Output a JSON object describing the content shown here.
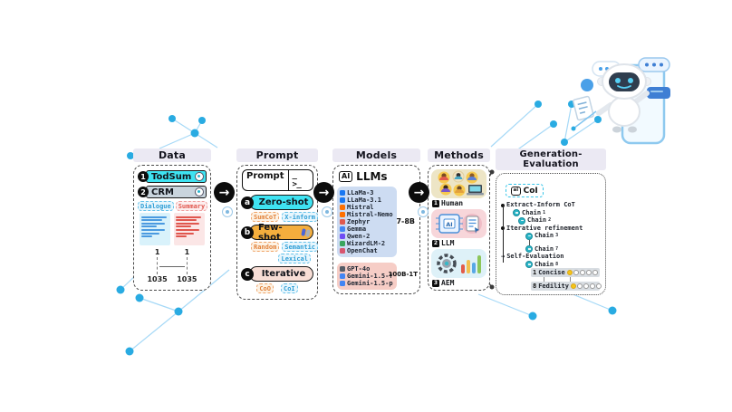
{
  "pipeline": {
    "arrow_glyph": "→"
  },
  "panels": {
    "data": {
      "title": "Data",
      "datasets": [
        {
          "index": "1",
          "name": "TodSum"
        },
        {
          "index": "2",
          "name": "CRM"
        }
      ],
      "fields": [
        "Dialogue",
        "Summary"
      ],
      "mapping": {
        "top_left": "1",
        "top_right": "1",
        "bottom_left": "1035",
        "bottom_right": "1035"
      }
    },
    "prompt": {
      "title": "Prompt",
      "header_label": "Prompt",
      "terminal_glyph": "_ >_",
      "strategies": [
        {
          "key": "a",
          "name": "Zero-shot",
          "tags": [
            "SumCoT",
            "X-inform"
          ]
        },
        {
          "key": "b",
          "name": "Few-shot",
          "tags": [
            "Random",
            "Semantic",
            "Lexical"
          ]
        },
        {
          "key": "c",
          "name": "Iterative",
          "tags": [
            "CoO",
            "CoI"
          ]
        }
      ]
    },
    "models": {
      "title": "Models",
      "chip_label": "AI",
      "header": "LLMs",
      "small_models": [
        "LLaMa-3",
        "LLaMa-3.1",
        "Mistral",
        "Mistral-Nemo",
        "Zephyr",
        "Gemma",
        "Qwen-2",
        "WizardLM-2",
        "OpenChat"
      ],
      "small_size": "7-8B",
      "large_models": [
        "GPT-4o",
        "Gemini-1.5-f",
        "Gemini-1.5-p"
      ],
      "large_size": "100B-1T"
    },
    "methods": {
      "title": "Methods",
      "items": [
        {
          "index": "1",
          "label": "Human"
        },
        {
          "index": "2",
          "label": "LLM"
        },
        {
          "index": "3",
          "label": "AEM"
        }
      ]
    },
    "geneval": {
      "title": "Generation-Evaluation",
      "chip_label": "ai",
      "badge": "CoI",
      "tree_arrow_glyph": "→",
      "sections": [
        "Extract-Inform CoT",
        "Iterative refinement",
        "Self-Evaluation"
      ],
      "chains": [
        {
          "label": "Chain",
          "sub": "1"
        },
        {
          "label": "Chain",
          "sub": "2"
        },
        {
          "label": "Chain",
          "sub": "3"
        },
        {
          "label": "Chain",
          "sub": "7"
        },
        {
          "label": "Chain",
          "sub": "8"
        }
      ],
      "criteria": [
        {
          "num": "1",
          "label": "Concise",
          "rating": {
            "filled": 1,
            "total": 5
          }
        },
        {
          "num": "8",
          "label": "Fedility",
          "rating": {
            "filled": 1,
            "total": 5
          }
        }
      ]
    }
  },
  "colors": {
    "accent_cyan": "#3fe3f2",
    "accent_orange": "#f4ae3d",
    "accent_pink": "#f8ded6",
    "node_blue": "#29abe2",
    "link_blue": "#a6d9f7"
  }
}
